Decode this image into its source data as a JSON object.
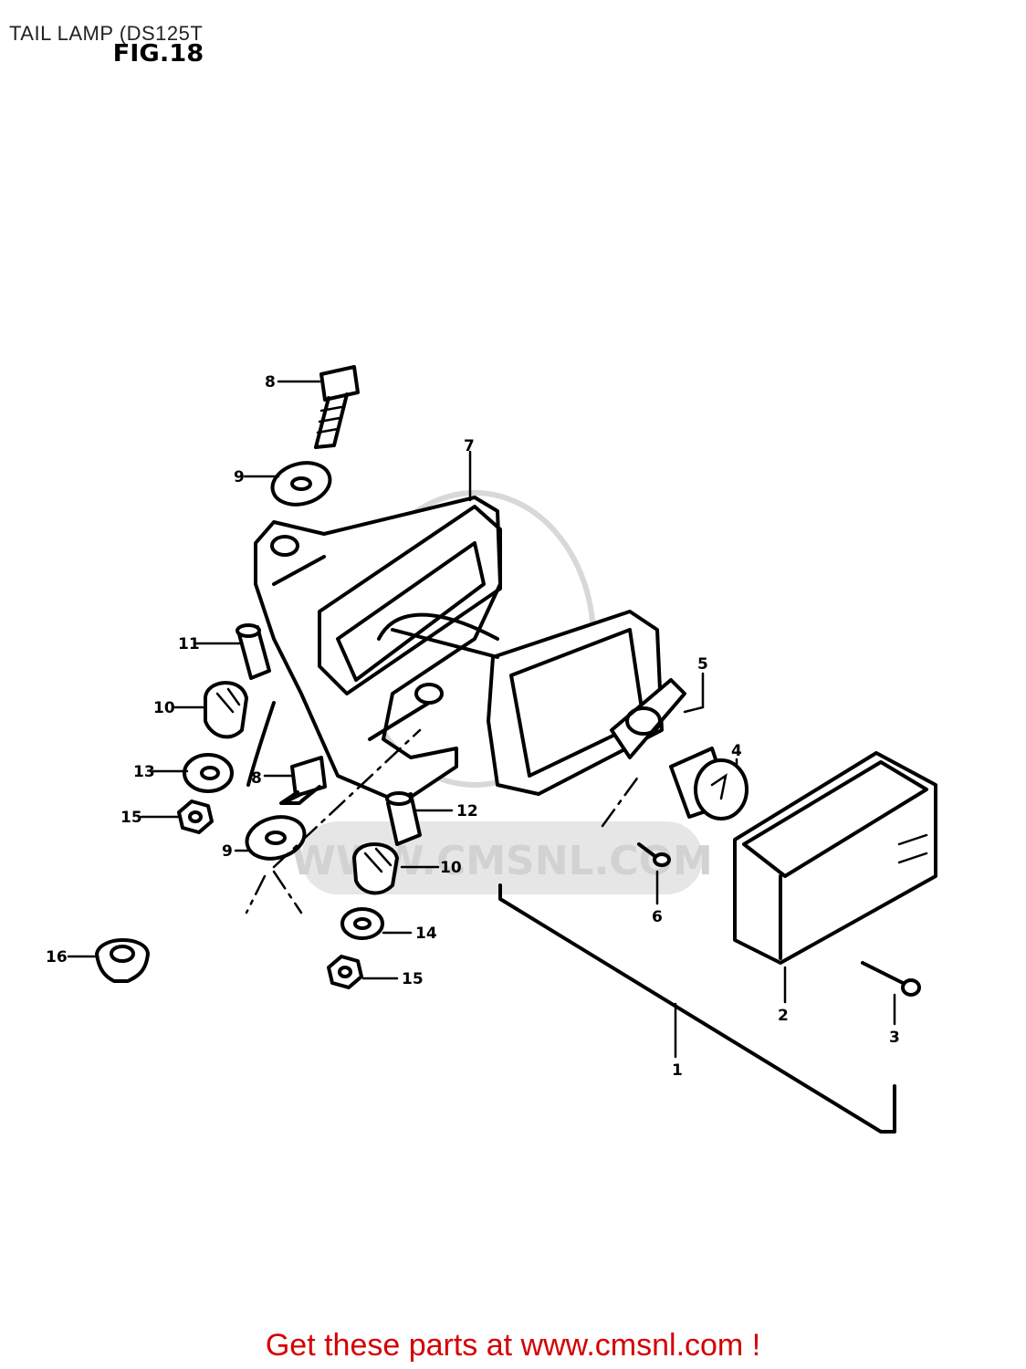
{
  "header": {
    "title": "TAIL LAMP (DS125T",
    "figure_label": "FIG.18"
  },
  "watermark": {
    "text": "WWW.CMSNL.COM"
  },
  "callouts": [
    {
      "id": "1",
      "part": "tail-lamp-assembly"
    },
    {
      "id": "2",
      "part": "lens"
    },
    {
      "id": "3",
      "part": "lens-screw"
    },
    {
      "id": "4",
      "part": "bulb"
    },
    {
      "id": "5",
      "part": "socket"
    },
    {
      "id": "6",
      "part": "screw"
    },
    {
      "id": "7",
      "part": "housing"
    },
    {
      "id": "8",
      "part": "bolt"
    },
    {
      "id": "9",
      "part": "washer"
    },
    {
      "id": "10",
      "part": "cushion"
    },
    {
      "id": "11",
      "part": "spacer"
    },
    {
      "id": "12",
      "part": "spacer"
    },
    {
      "id": "13",
      "part": "washer"
    },
    {
      "id": "14",
      "part": "washer"
    },
    {
      "id": "15",
      "part": "nut"
    },
    {
      "id": "16",
      "part": "grommet"
    }
  ],
  "footer": {
    "text": "Get these parts at www.cmsnl.com !",
    "color": "#d40000"
  }
}
